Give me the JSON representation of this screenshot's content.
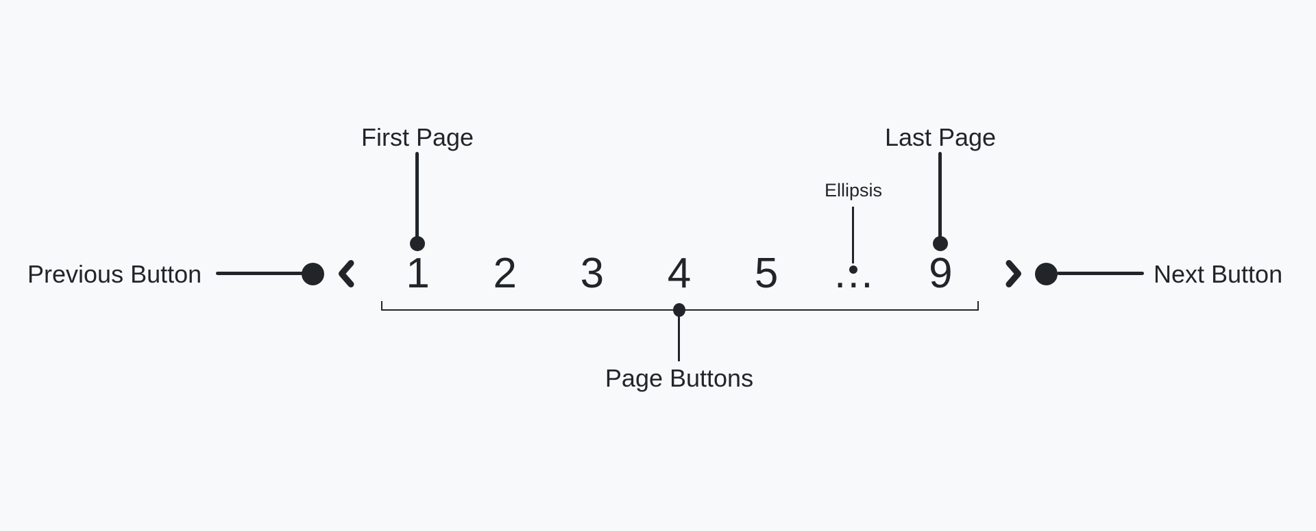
{
  "colors": {
    "background": "#f8f9fa",
    "ink": "#212529"
  },
  "pagination": {
    "previous_icon": "chevron-left",
    "next_icon": "chevron-right",
    "pages": [
      "1",
      "2",
      "3",
      "4",
      "5",
      "…",
      "9"
    ]
  },
  "annotations": {
    "previous_button": "Previous Button",
    "next_button": "Next Button",
    "first_page": "First Page",
    "last_page": "Last Page",
    "ellipsis": "Ellipsis",
    "page_buttons": "Page Buttons"
  }
}
